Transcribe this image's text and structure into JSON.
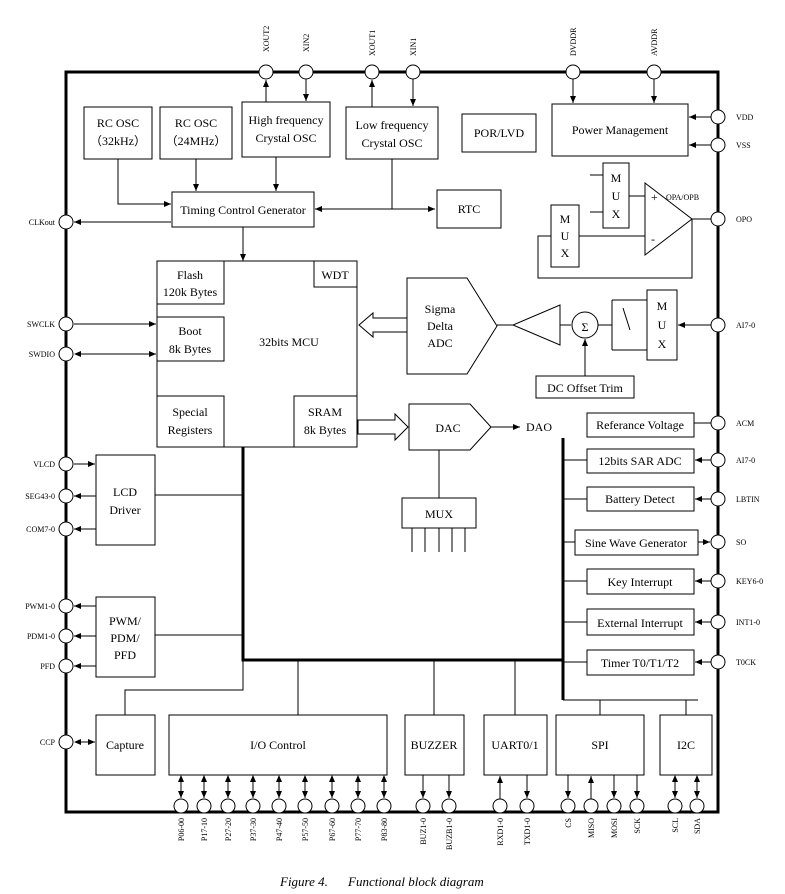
{
  "caption": {
    "figure": "Figure 4.",
    "title": "Functional block diagram"
  },
  "blocks": {
    "rc32_a": "RC OSC",
    "rc32_b": "（32kHz）",
    "rc24_a": "RC OSC",
    "rc24_b": "（24MHz）",
    "hfosc_a": "High frequency",
    "hfosc_b": "Crystal OSC",
    "lfosc_a": "Low frequency",
    "lfosc_b": "Crystal OSC",
    "por": "POR/LVD",
    "power": "Power Management",
    "timing": "Timing Control Generator",
    "rtc": "RTC",
    "mux": "MUX",
    "mux_letters": [
      "M",
      "U",
      "X"
    ],
    "flash_a": "Flash",
    "flash_b": "120k Bytes",
    "wdt": "WDT",
    "boot_a": "Boot",
    "boot_b": "8k Bytes",
    "mcu": "32bits MCU",
    "special_a": "Special",
    "special_b": "Registers",
    "sram_a": "SRAM",
    "sram_b": "8k Bytes",
    "sigma_a": "Sigma",
    "sigma_b": "Delta",
    "sigma_c": "ADC",
    "sigma_symbol": "Σ",
    "dc_trim": "DC Offset Trim",
    "dac": "DAC",
    "dao": "DAO",
    "ref_voltage": "Referance Voltage",
    "sar_adc": "12bits SAR ADC",
    "battery": "Battery Detect",
    "sine": "Sine Wave Generator",
    "key_int": "Key Interrupt",
    "ext_int": "External Interrupt",
    "timer": "Timer  T0/T1/T2",
    "lcd_a": "LCD",
    "lcd_b": "Driver",
    "pwm_a": "PWM/",
    "pwm_b": "PDM/",
    "pwm_c": "PFD",
    "capture": "Capture",
    "io": "I/O Control",
    "buzzer": "BUZZER",
    "uart": "UART0/1",
    "spi": "SPI",
    "i2c": "I2C",
    "opa_sign_plus": "+",
    "opa_sign_minus": "-"
  },
  "pins": {
    "xout2": "XOUT2",
    "xin2": "XIN2",
    "xout1": "XOUT1",
    "xin1": "XIN1",
    "dvddr": "DVDDR",
    "avddr": "AVDDR",
    "vdd": "VDD",
    "vss": "VSS",
    "opa": "OPA/OPB",
    "opo": "OPO",
    "ai_top": "AI7-0",
    "acm": "ACM",
    "ai_bot": "AI7-0",
    "lbtin": "LBTIN",
    "so": "SO",
    "key": "KEY6-0",
    "int": "INT1-0",
    "t0ck": "T0CK",
    "clkout": "CLKout",
    "swclk": "SWCLK",
    "swdio": "SWDIO",
    "vlcd": "VLCD",
    "seg": "SEG43-0",
    "com": "COM7-0",
    "pwm": "PWM1-0",
    "pdm": "PDM1-0",
    "pfd": "PFD",
    "ccp": "CCP",
    "bottom": [
      "P06-00",
      "P17-10",
      "P27-20",
      "P37-30",
      "P47-40",
      "P57-50",
      "P67-60",
      "P77-70",
      "P83-80",
      "BUZ1-0",
      "BUZB1-0",
      "RXD1-0",
      "TXD1-0",
      "CS",
      "MISO",
      "MOSI",
      "SCK",
      "SCL",
      "SDA"
    ]
  }
}
